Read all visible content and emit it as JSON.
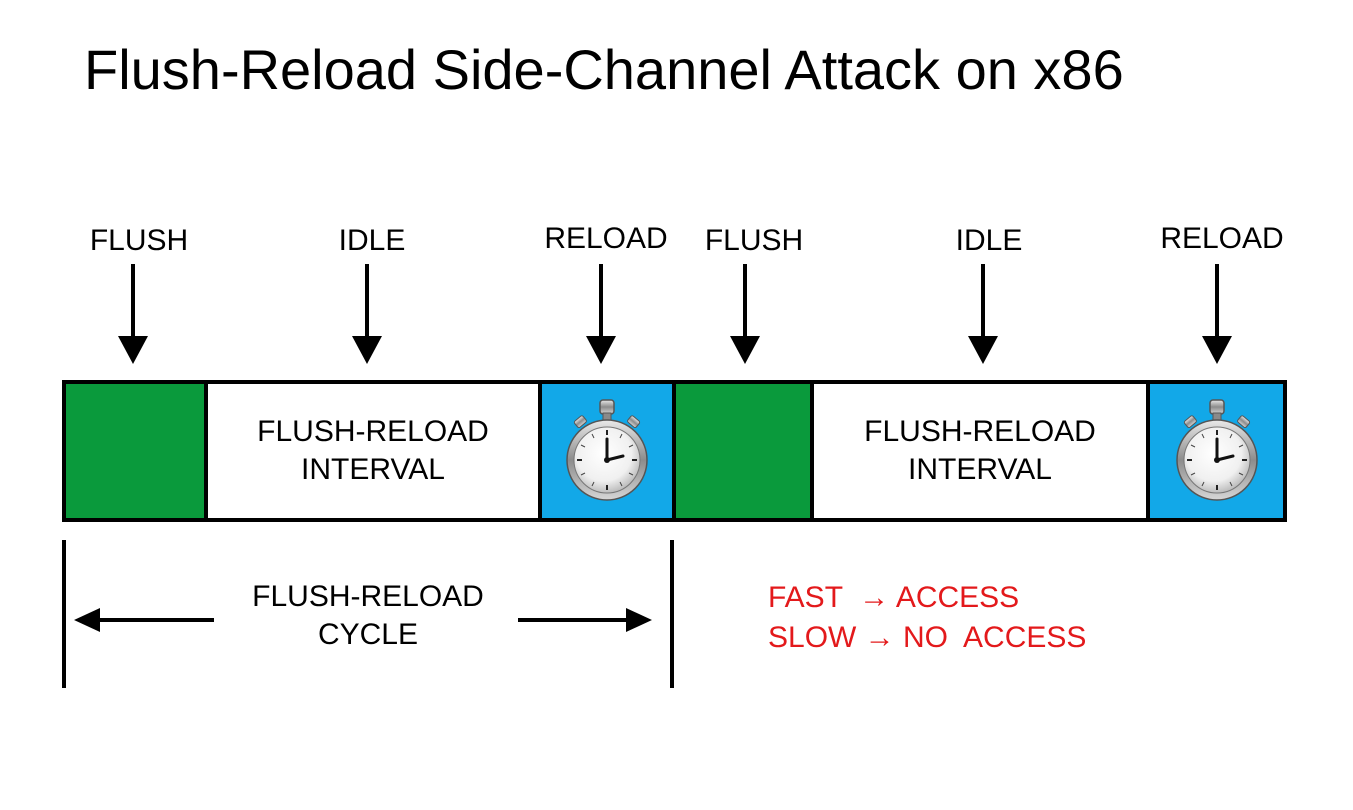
{
  "title": "Flush-Reload Side-Channel Attack on x86",
  "phases": [
    {
      "label": "FLUSH"
    },
    {
      "label": "IDLE"
    },
    {
      "label": "RELOAD"
    },
    {
      "label": "FLUSH"
    },
    {
      "label": "IDLE"
    },
    {
      "label": "RELOAD"
    }
  ],
  "timeline": {
    "interval_1": "FLUSH-RELOAD\nINTERVAL",
    "interval_2": "FLUSH-RELOAD\nINTERVAL",
    "flush_color": "#0a9a3c",
    "reload_color": "#12a8e8",
    "reload_icon": "stopwatch-icon"
  },
  "cycle": {
    "label": "FLUSH-RELOAD\nCYCLE"
  },
  "legend": {
    "color": "#e3191b",
    "lines": [
      "FAST  → ACCESS",
      "SLOW → NO  ACCESS"
    ]
  }
}
